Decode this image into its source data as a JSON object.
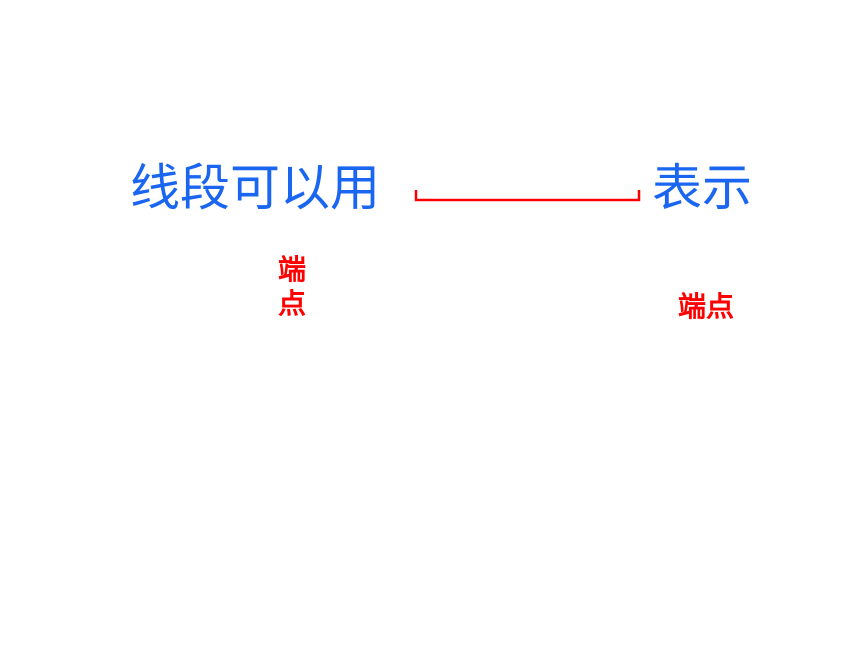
{
  "sentence": {
    "lead_text": "线段可以用",
    "trail_text": "表示"
  },
  "endpoints": {
    "left_label": "端点",
    "right_label": "端点"
  },
  "colors": {
    "text_primary": "#1a66f0",
    "accent": "#ff0000",
    "background": "#ffffff"
  }
}
